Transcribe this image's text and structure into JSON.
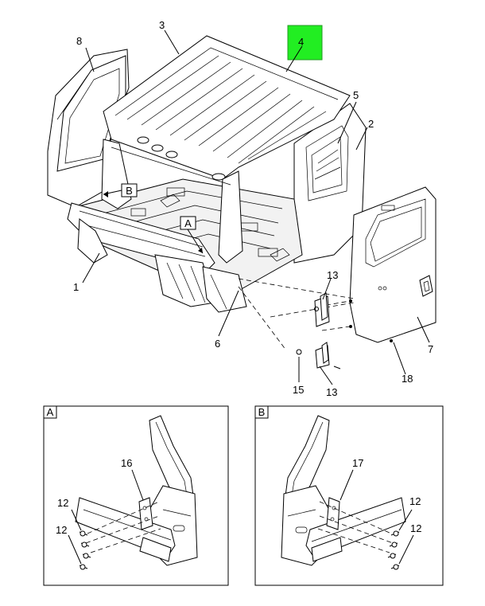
{
  "callouts": {
    "c1": "1",
    "c2": "2",
    "c3": "3",
    "c4": "4",
    "c5": "5",
    "c6": "6",
    "c7": "7",
    "c8": "8",
    "c13a": "13",
    "c13b": "13",
    "c15": "15",
    "c18": "18",
    "ref_a": "A",
    "ref_b": "B"
  },
  "detail_a": {
    "label": "A",
    "c16": "16",
    "c12a": "12",
    "c12b": "12"
  },
  "detail_b": {
    "label": "B",
    "c17": "17",
    "c12a": "12",
    "c12b": "12"
  },
  "colors": {
    "highlight": "#22ee22",
    "line": "#000000"
  }
}
